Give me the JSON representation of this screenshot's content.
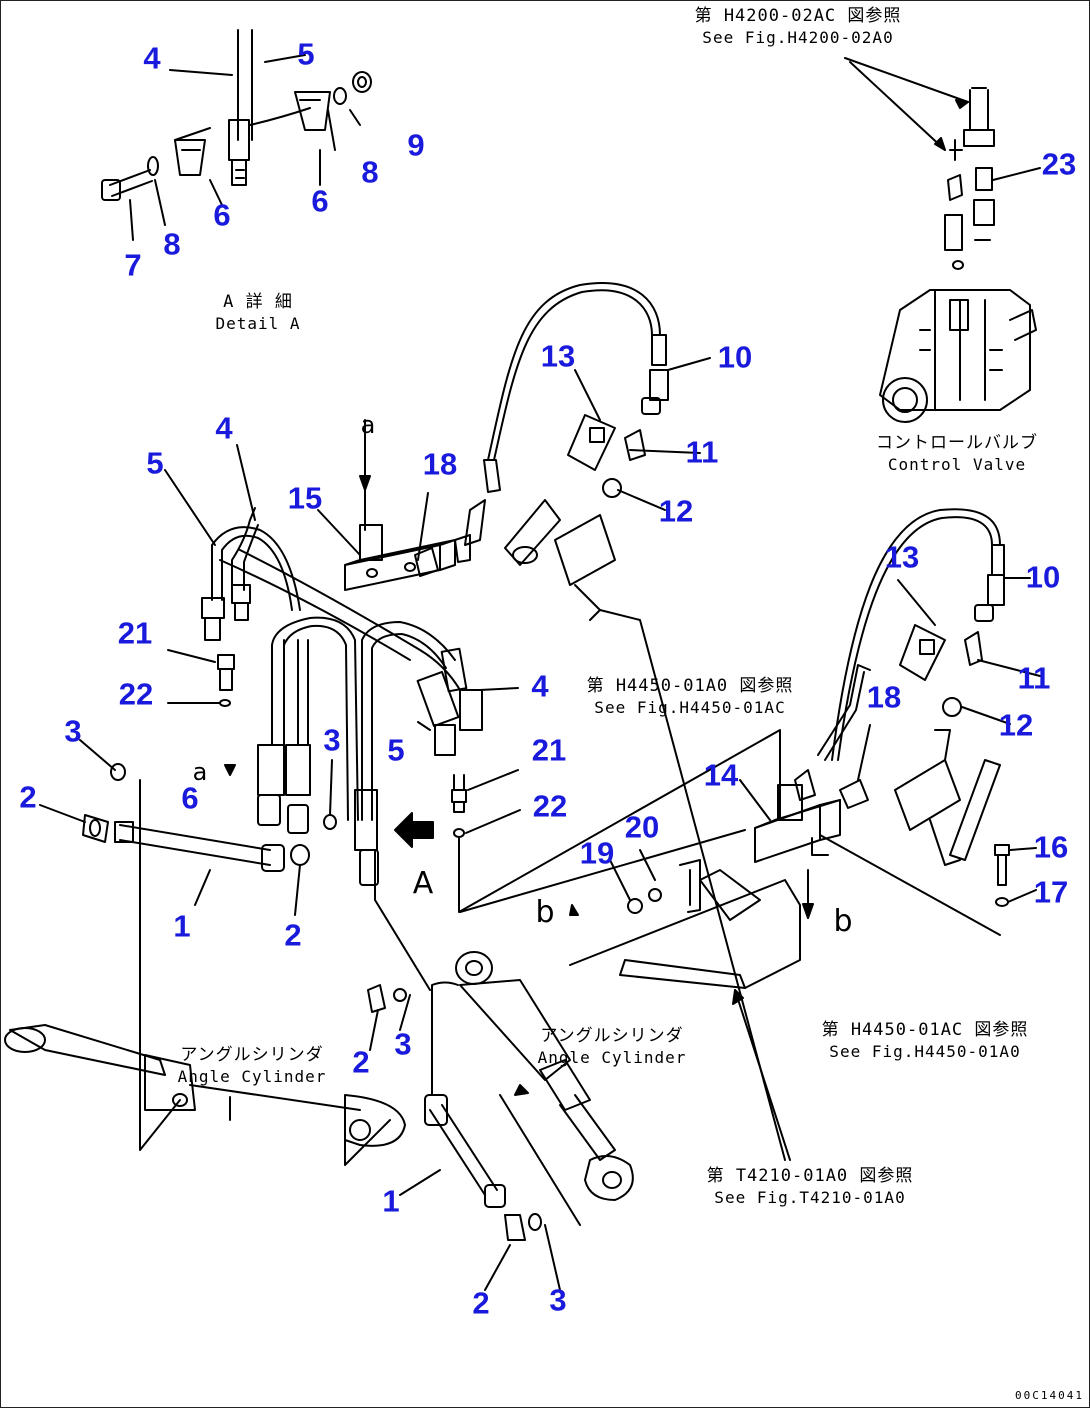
{
  "callouts": [
    {
      "id": "c-4-detail",
      "text": "4"
    },
    {
      "id": "c-5-detail",
      "text": "5"
    },
    {
      "id": "c-9",
      "text": "9"
    },
    {
      "id": "c-8-right",
      "text": "8"
    },
    {
      "id": "c-6-right",
      "text": "6"
    },
    {
      "id": "c-6-left",
      "text": "6"
    },
    {
      "id": "c-8-left",
      "text": "8"
    },
    {
      "id": "c-7",
      "text": "7"
    },
    {
      "id": "c-23",
      "text": "23"
    },
    {
      "id": "c-13-top",
      "text": "13"
    },
    {
      "id": "c-10-top",
      "text": "10"
    },
    {
      "id": "c-11-top",
      "text": "11"
    },
    {
      "id": "c-12-top",
      "text": "12"
    },
    {
      "id": "c-18-top",
      "text": "18"
    },
    {
      "id": "c-15",
      "text": "15"
    },
    {
      "id": "c-4-mid",
      "text": "4"
    },
    {
      "id": "c-5-mid",
      "text": "5"
    },
    {
      "id": "c-21-left",
      "text": "21"
    },
    {
      "id": "c-22-left",
      "text": "22"
    },
    {
      "id": "c-3-far-left",
      "text": "3"
    },
    {
      "id": "c-2-far-left",
      "text": "2"
    },
    {
      "id": "c-6-mid",
      "text": "6"
    },
    {
      "id": "c-3-mid",
      "text": "3"
    },
    {
      "id": "c-1-top",
      "text": "1"
    },
    {
      "id": "c-2-mid",
      "text": "2"
    },
    {
      "id": "c-4-right",
      "text": "4"
    },
    {
      "id": "c-5-right",
      "text": "5"
    },
    {
      "id": "c-21-right",
      "text": "21"
    },
    {
      "id": "c-22-right",
      "text": "22"
    },
    {
      "id": "c-13-right",
      "text": "13"
    },
    {
      "id": "c-10-right",
      "text": "10"
    },
    {
      "id": "c-11-right",
      "text": "11"
    },
    {
      "id": "c-12-right",
      "text": "12"
    },
    {
      "id": "c-18-right",
      "text": "18"
    },
    {
      "id": "c-14",
      "text": "14"
    },
    {
      "id": "c-20",
      "text": "20"
    },
    {
      "id": "c-19",
      "text": "19"
    },
    {
      "id": "c-16",
      "text": "16"
    },
    {
      "id": "c-17",
      "text": "17"
    },
    {
      "id": "c-3-lower",
      "text": "3"
    },
    {
      "id": "c-2-lower",
      "text": "2"
    },
    {
      "id": "c-1-bottom",
      "text": "1"
    },
    {
      "id": "c-2-bottom",
      "text": "2"
    },
    {
      "id": "c-3-bottom",
      "text": "3"
    }
  ],
  "notes": {
    "fig_h4200": {
      "ja": "第 H4200-02AC 図参照",
      "en": "See Fig.H4200-02A0"
    },
    "detail_a": {
      "ja": "A 詳 細",
      "en": "Detail A"
    },
    "control_valve": {
      "ja": "コントロールバルブ",
      "en": "Control Valve"
    },
    "fig_h4450_mid": {
      "ja": "第 H4450-01A0 図参照",
      "en": "See Fig.H4450-01AC"
    },
    "fig_h4450_right": {
      "ja": "第 H4450-01AC 図参照",
      "en": "See Fig.H4450-01A0"
    },
    "angle_cyl_left": {
      "ja": "アングルシリンダ",
      "en": "Angle Cylinder"
    },
    "angle_cyl_right": {
      "ja": "アングルシリンダ",
      "en": "Angle Cylinder"
    },
    "fig_t4210": {
      "ja": "第 T4210-01A0 図参照",
      "en": "See Fig.T4210-01A0"
    }
  },
  "markers": {
    "view_a_top": "a",
    "view_a_mid": "a",
    "arrow_a": "A",
    "view_b_left": "b",
    "view_b_right": "b"
  },
  "document_number": "00C14041",
  "colors": {
    "callout": "#1a1adc",
    "line": "#000000",
    "background": "#ffffff"
  }
}
